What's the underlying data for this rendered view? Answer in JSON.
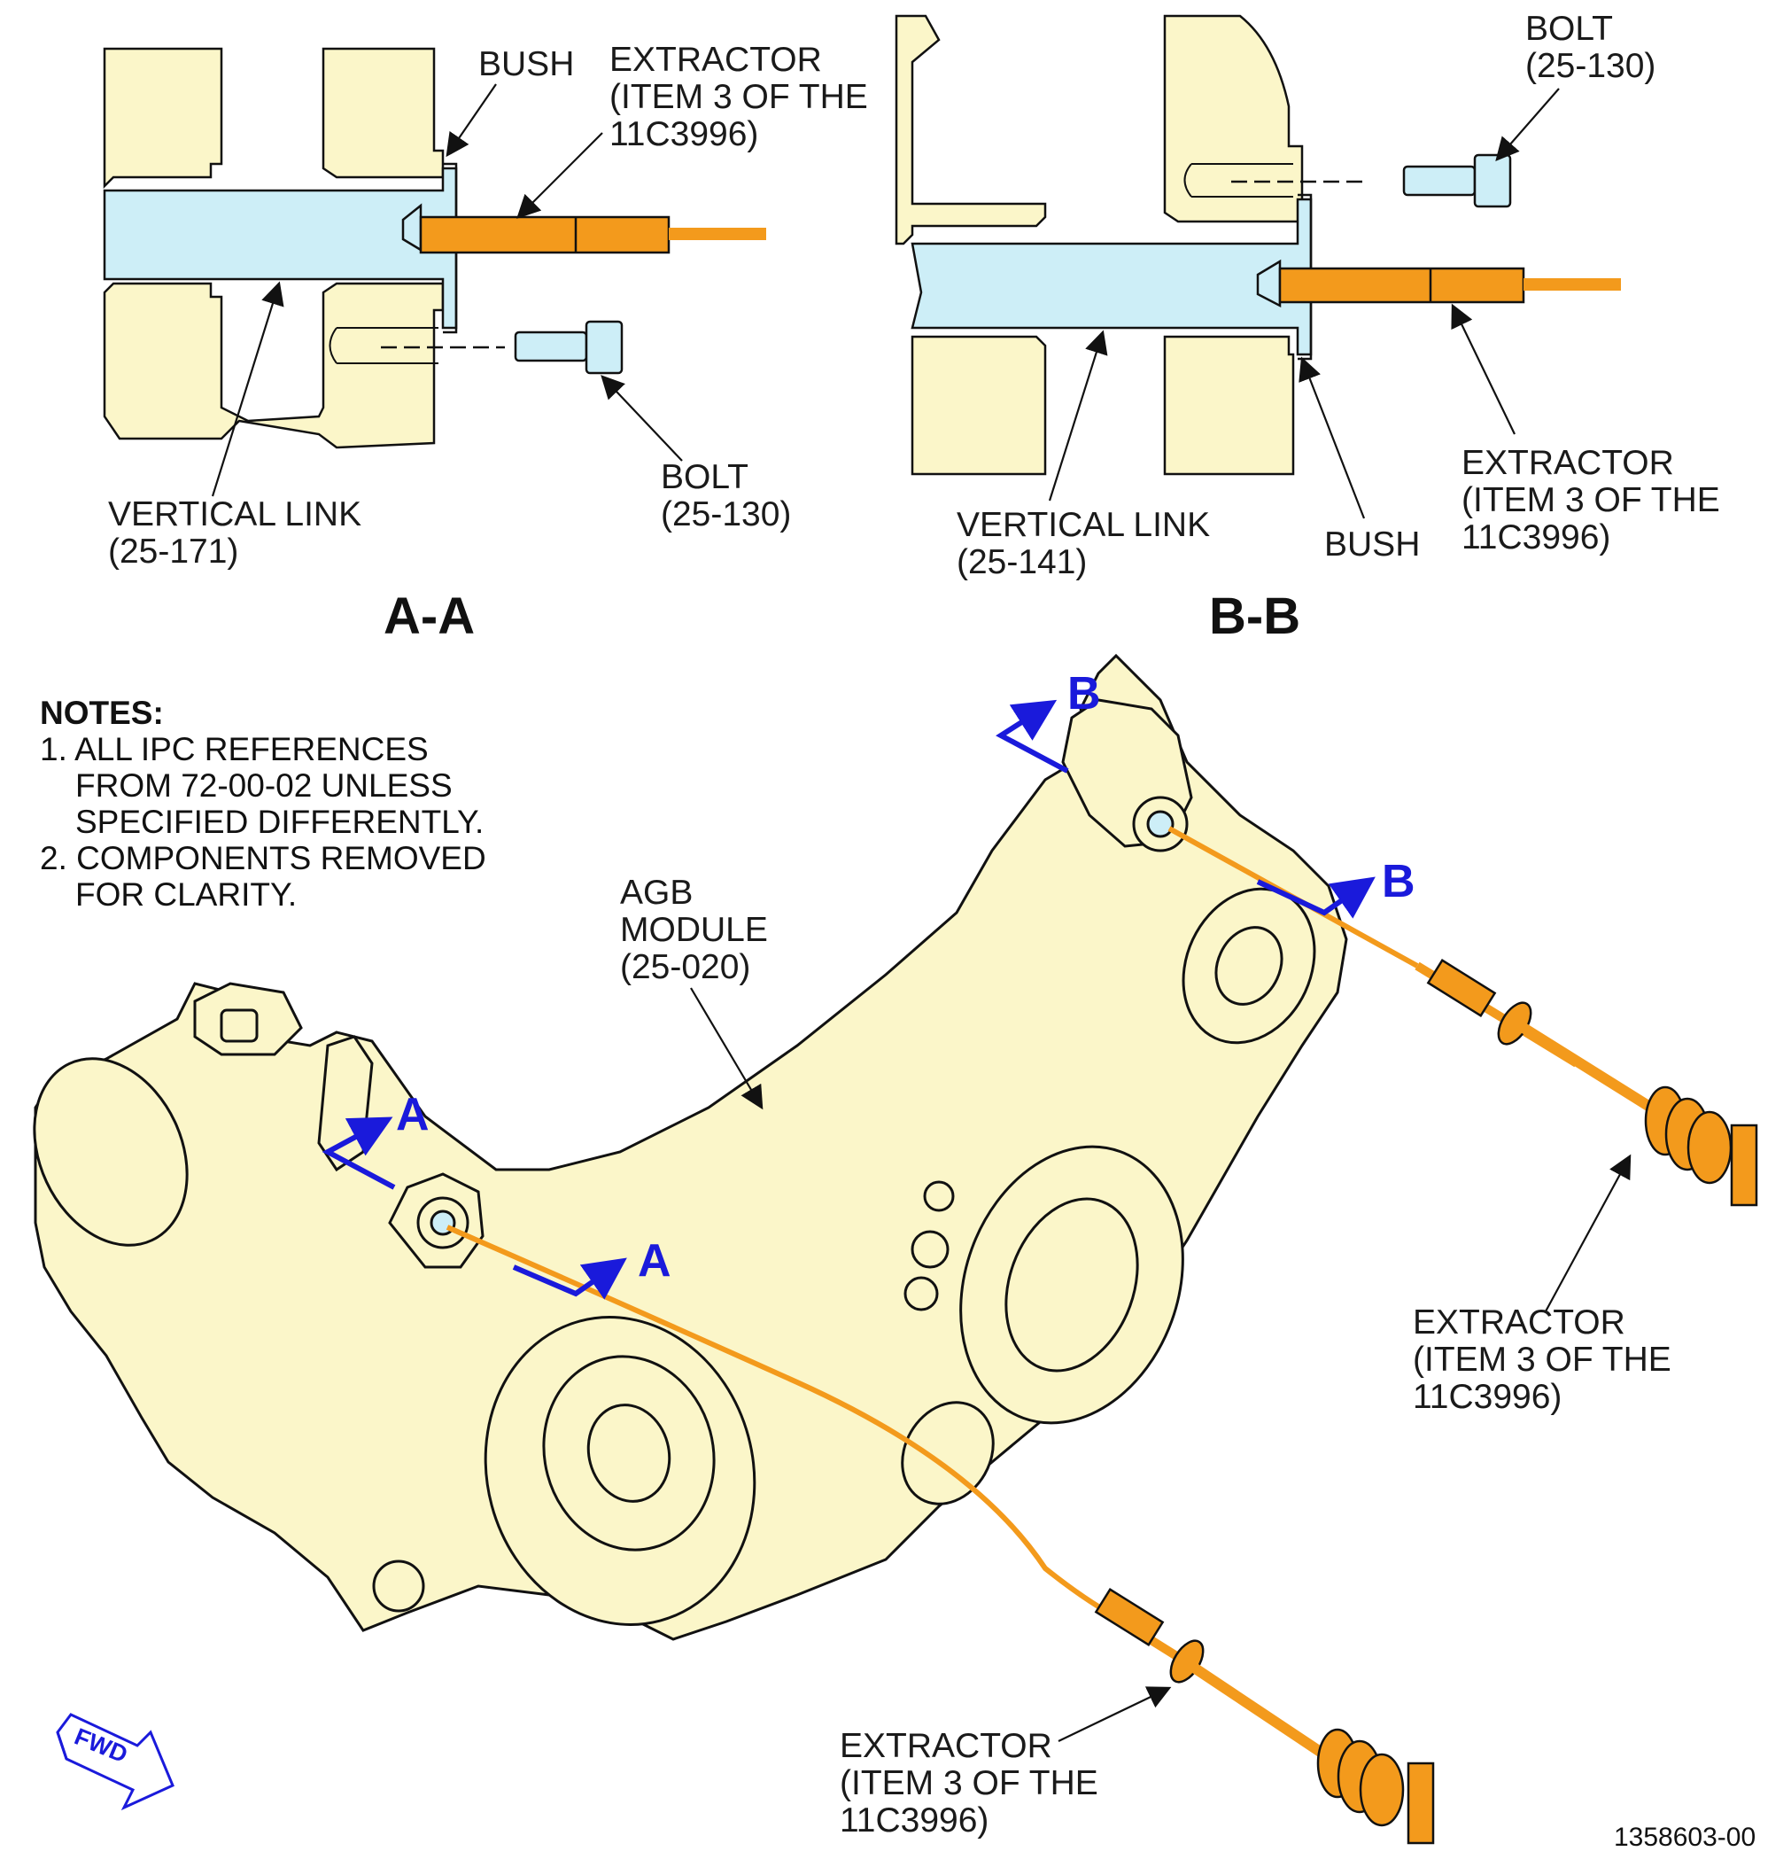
{
  "section_aa": {
    "title": "A-A",
    "bush": "BUSH",
    "extractor": [
      "EXTRACTOR",
      "(ITEM 3 OF THE",
      "11C3996)"
    ],
    "bolt": [
      "BOLT",
      "(25-130)"
    ],
    "link": [
      "VERTICAL LINK",
      "(25-171)"
    ]
  },
  "section_bb": {
    "title": "B-B",
    "bolt": [
      "BOLT",
      "(25-130)"
    ],
    "extractor": [
      "EXTRACTOR",
      "(ITEM 3 OF THE",
      "11C3996)"
    ],
    "link": [
      "VERTICAL LINK",
      "(25-141)"
    ],
    "bush": "BUSH"
  },
  "notes": {
    "title": "NOTES:",
    "lines": [
      "1. ALL IPC REFERENCES",
      "FROM 72-00-02 UNLESS",
      "SPECIFIED DIFFERENTLY.",
      "2. COMPONENTS REMOVED",
      "FOR CLARITY."
    ]
  },
  "main_view": {
    "agb": [
      "AGB",
      "MODULE",
      "(25-020)"
    ],
    "extractor_right": [
      "EXTRACTOR",
      "(ITEM 3 OF THE",
      "11C3996)"
    ],
    "extractor_bottom": [
      "EXTRACTOR",
      "(ITEM 3 OF THE",
      "11C3996)"
    ],
    "section_marks": {
      "a": "A",
      "b": "B"
    },
    "fwd": "FWD"
  },
  "figure_number": "1358603-00",
  "colors": {
    "part_fill": "#fbf6c9",
    "link_fill": "#cdeef7",
    "extractor": "#f39a1c",
    "section_marker": "#1a1adb",
    "outline": "#111111"
  }
}
